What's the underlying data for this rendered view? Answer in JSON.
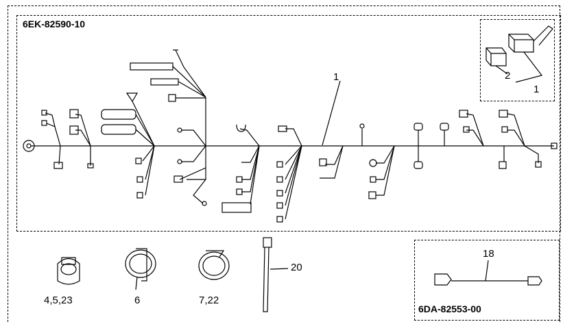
{
  "diagram": {
    "main_part_number": "6EK-82590-10",
    "sub_part_number": "6DA-82553-00",
    "callouts": {
      "harness": "1",
      "inset_connector": "1",
      "inset_cap": "2",
      "clamp_a": "4,5,23",
      "clamp_b": "6",
      "clamp_c": "7,22",
      "cable_tie": "20",
      "sub_lead": "18"
    }
  }
}
